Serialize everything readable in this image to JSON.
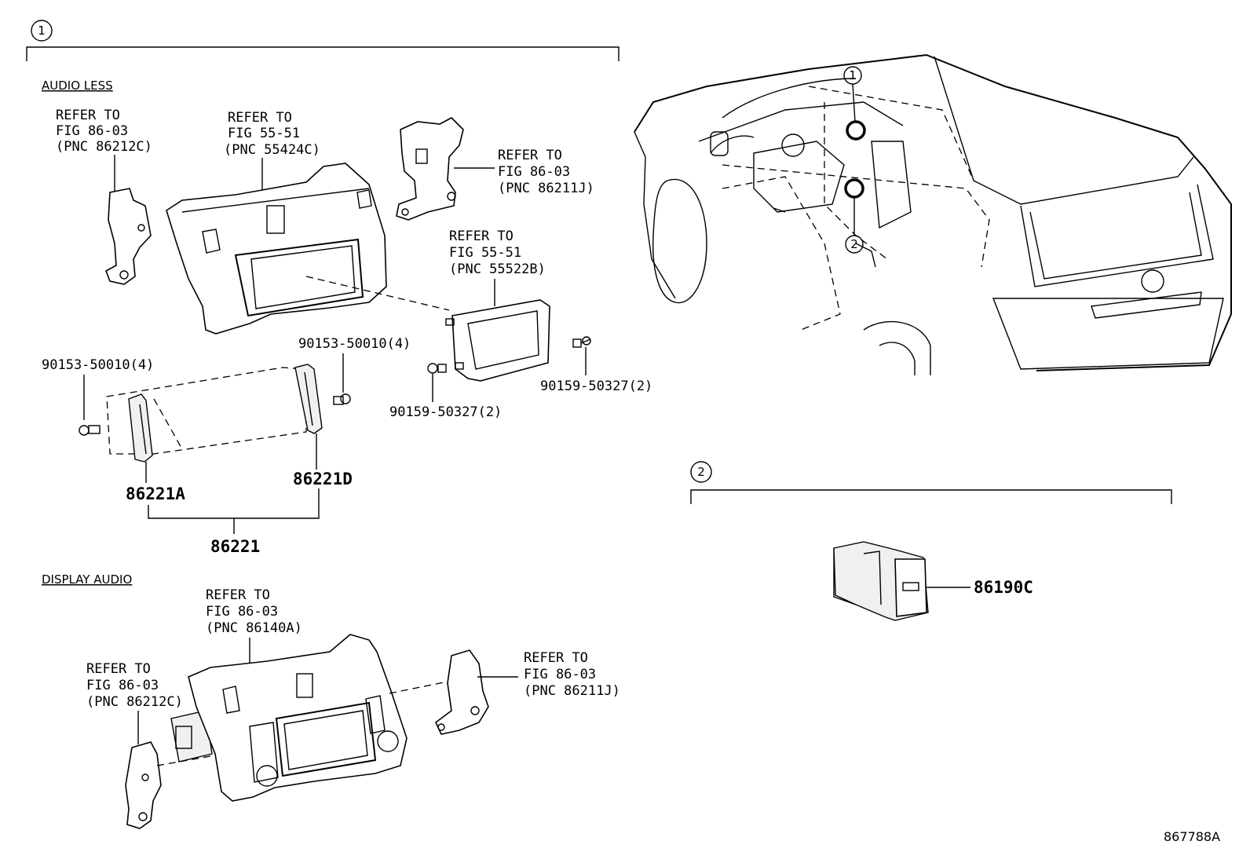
{
  "figure_id": "867788A",
  "callouts": {
    "one": "1",
    "two": "2"
  },
  "sections": {
    "audio_less": "AUDIO LESS",
    "display_audio": "DISPLAY AUDIO"
  },
  "refs": {
    "r1": {
      "l1": "REFER TO",
      "l2": "FIG 86-03",
      "l3": "(PNC 86212C)"
    },
    "r2": {
      "l1": "REFER TO",
      "l2": "FIG 55-51",
      "l3": "(PNC 55424C)"
    },
    "r3": {
      "l1": "REFER TO",
      "l2": "FIG 86-03",
      "l3": "(PNC 86211J)"
    },
    "r4": {
      "l1": "REFER TO",
      "l2": "FIG 55-51",
      "l3": "(PNC 55522B)"
    },
    "r5": {
      "l1": "REFER TO",
      "l2": "FIG 86-03",
      "l3": "(PNC 86140A)"
    },
    "r6": {
      "l1": "REFER TO",
      "l2": "FIG 86-03",
      "l3": "(PNC 86212C)"
    },
    "r7": {
      "l1": "REFER TO",
      "l2": "FIG 86-03",
      "l3": "(PNC 86211J)"
    }
  },
  "fasteners": {
    "bolt_left": "90153-50010(4)",
    "bolt_right": "90153-50010(4)",
    "screw_left": "90159-50327(2)",
    "screw_right": "90159-50327(2)"
  },
  "parts": {
    "bracket_a": "86221A",
    "bracket_d": "86221D",
    "bracket_set": "86221",
    "usb_jack": "86190C"
  }
}
